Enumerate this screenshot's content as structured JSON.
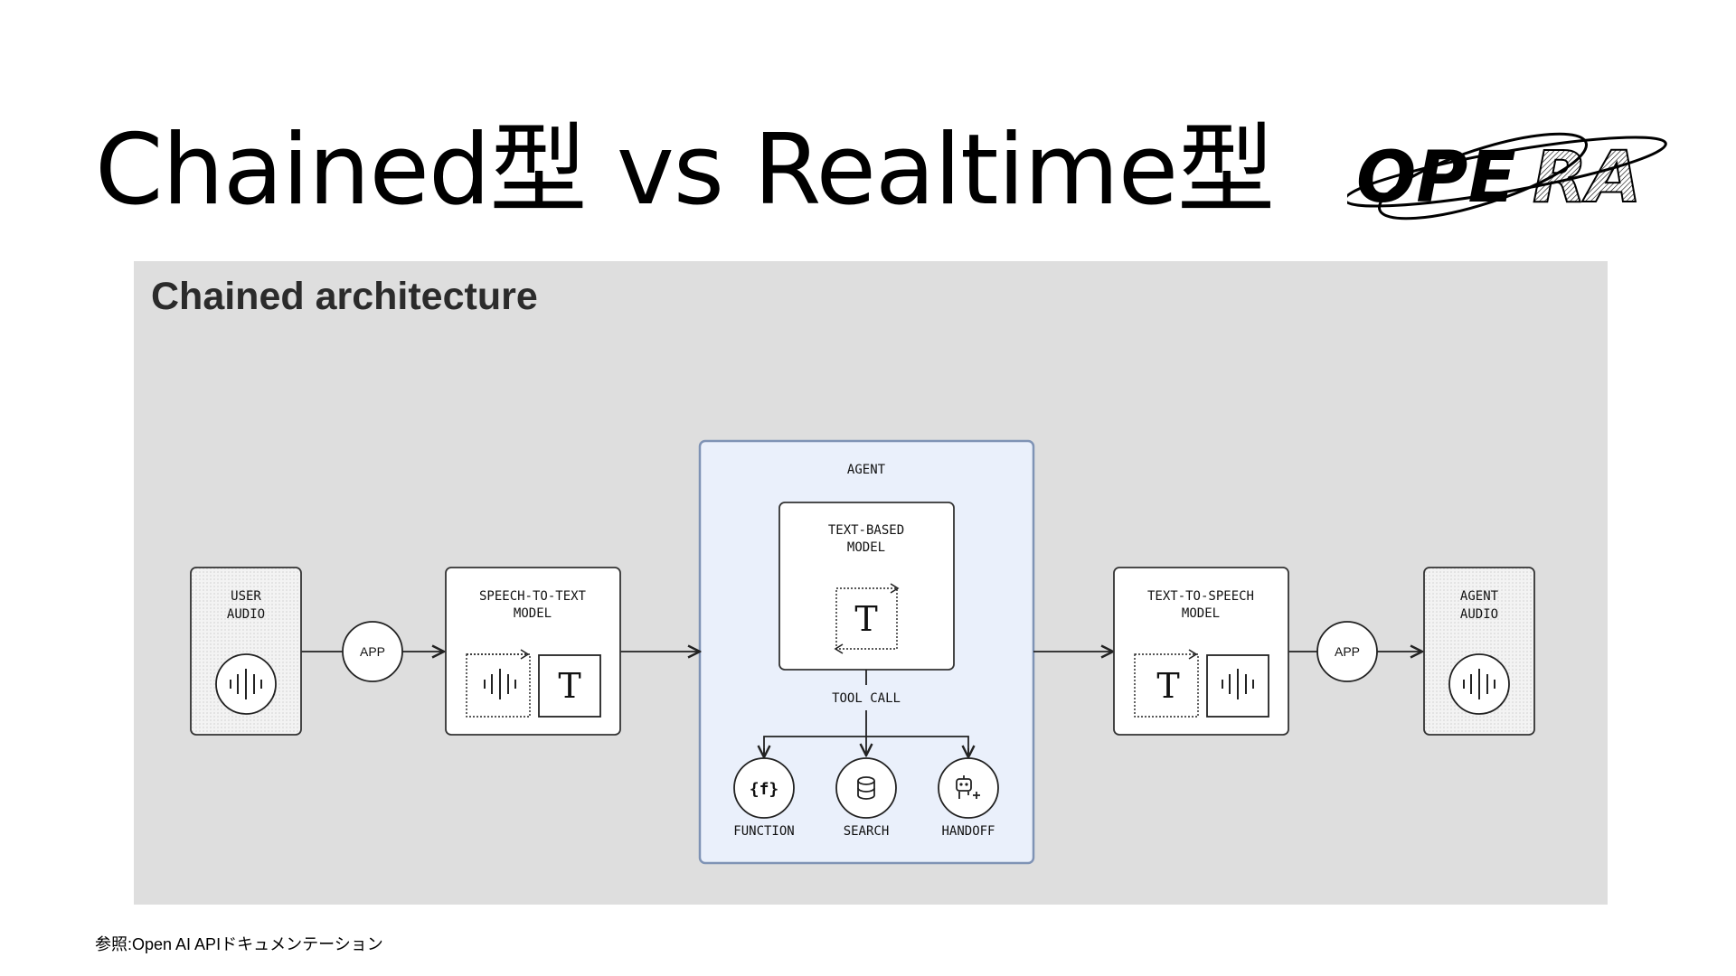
{
  "slide": {
    "title": "Chained型 vs Realtime型",
    "logo_text": "OPERA",
    "citation": "参照:Open AI APIドキュメンテーション"
  },
  "diagram": {
    "heading": "Chained architecture",
    "user_audio": {
      "line1": "USER",
      "line2": "AUDIO"
    },
    "app_left": "APP",
    "stt_model": {
      "line1": "SPEECH-TO-TEXT",
      "line2": "MODEL",
      "glyph": "T"
    },
    "agent": {
      "label": "AGENT",
      "text_model": {
        "line1": "TEXT-BASED",
        "line2": "MODEL",
        "glyph": "T"
      },
      "tool_call": "TOOL CALL",
      "tools": [
        {
          "label": "FUNCTION",
          "glyph": "{f}",
          "icon": "function-icon"
        },
        {
          "label": "SEARCH",
          "icon": "database-icon"
        },
        {
          "label": "HANDOFF",
          "icon": "robot-plus-icon"
        }
      ]
    },
    "tts_model": {
      "line1": "TEXT-TO-SPEECH",
      "line2": "MODEL",
      "glyph": "T"
    },
    "app_right": "APP",
    "agent_audio": {
      "line1": "AGENT",
      "line2": "AUDIO"
    },
    "colors": {
      "panel_bg": "#dedede",
      "agent_bg": "#eaf0fb",
      "agent_border": "#7f93b5"
    }
  }
}
